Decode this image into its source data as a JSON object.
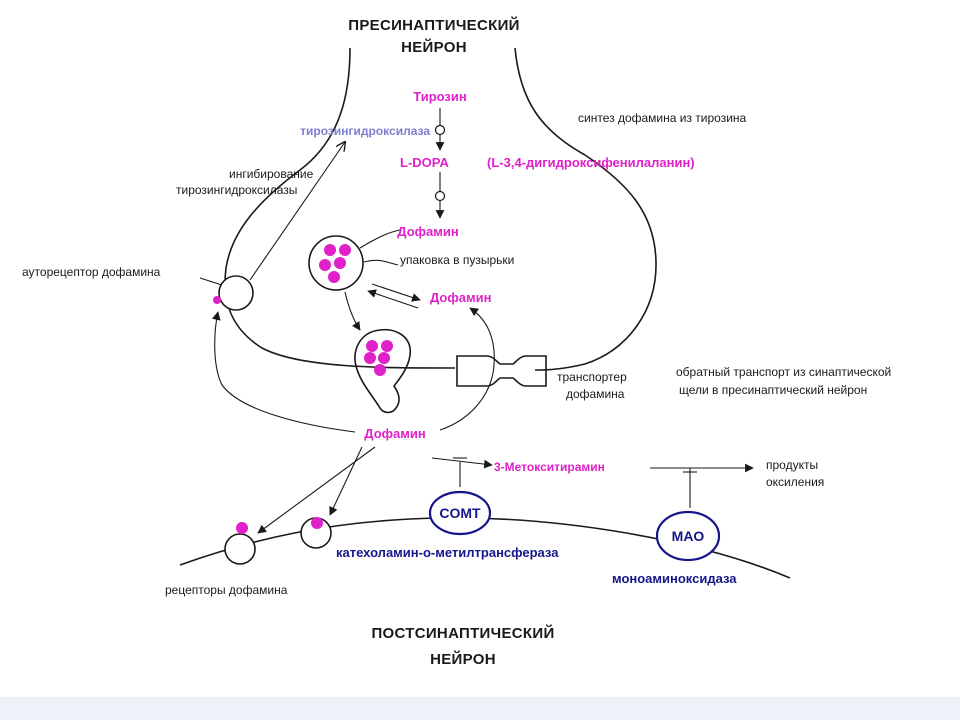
{
  "presynaptic": {
    "line1": "ПРЕСИНАПТИЧЕСКИЙ",
    "line2": "НЕЙРОН"
  },
  "postsynaptic": {
    "line1": "ПОСТСИНАПТИЧЕСКИЙ",
    "line2": "НЕЙРОН"
  },
  "labels": {
    "tyrosine": "Тирозин",
    "tyrosine_hydroxylase": "тирозингидроксилаза",
    "ldopa": "L-DOPA",
    "ldopa_full": "(L-3,4-дигидроксифенилаланин)",
    "dopamine_top": "Дофамин",
    "dopamine_right": "Дофамин",
    "dopamine_cleft": "Дофамин",
    "methoxytyramine": "3-Метокситирамин",
    "synthesis": "синтез дофамина из тирозина",
    "inhibition_l1": "ингибирование",
    "inhibition_l2": "тирозингидроксилазы",
    "autoreceptor": "ауторецептор дофамина",
    "packaging": "упаковка в пузырьки",
    "transporter_l1": "транспортер",
    "transporter_l2": "дофамина",
    "reuptake_l1": "обратный транспорт из синаптической",
    "reuptake_l2": "щели в пресинаптический нейрон",
    "products_l1": "продукты",
    "products_l2": "оксиления",
    "comt": "COMT",
    "mao": "MAO",
    "comt_full": "катехоламин-о-метилтрансфераза",
    "mao_full": "моноаминоксидаза",
    "receptors": "рецепторы дофамина"
  },
  "colors": {
    "dopamine": "#e020c8",
    "enzyme": "#16168a",
    "hydroxylase": "#7b7fd0",
    "line": "#1a1a1a"
  }
}
